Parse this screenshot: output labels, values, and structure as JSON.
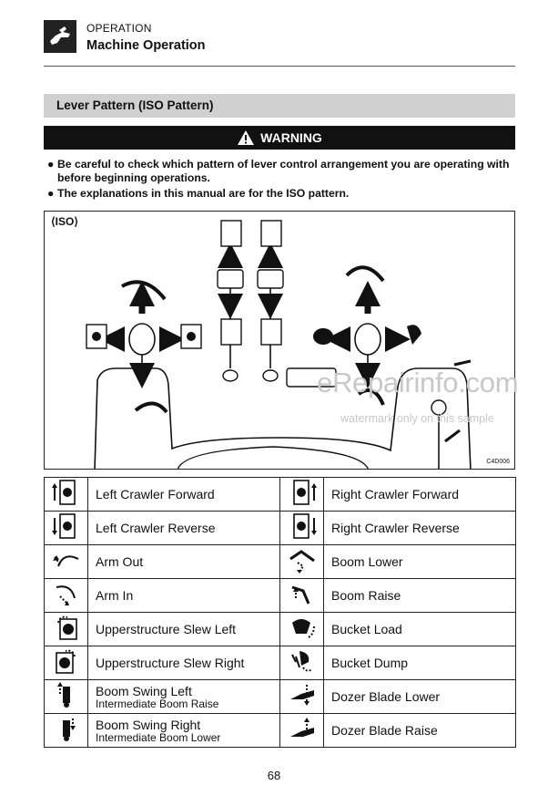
{
  "header": {
    "section": "OPERATION",
    "title": "Machine Operation"
  },
  "section_title": "Lever Pattern (ISO Pattern)",
  "warning": {
    "label": "WARNING",
    "bullets": [
      "Be careful to check which pattern of lever control arrangement you are operating with before beginning operations.",
      "The explanations in this manual are for the ISO pattern."
    ]
  },
  "figure": {
    "label": "⟨ISO⟩",
    "code": "C4D006"
  },
  "watermark": {
    "site": "eRepairinfo.com",
    "note": "watermark only on this sample"
  },
  "legend": {
    "rows": [
      {
        "left": {
          "icon": "left-crawler-forward-icon",
          "label": "Left Crawler Forward"
        },
        "right": {
          "icon": "right-crawler-forward-icon",
          "label": "Right Crawler Forward"
        }
      },
      {
        "left": {
          "icon": "left-crawler-reverse-icon",
          "label": "Left Crawler Reverse"
        },
        "right": {
          "icon": "right-crawler-reverse-icon",
          "label": "Right Crawler Reverse"
        }
      },
      {
        "left": {
          "icon": "arm-out-icon",
          "label": "Arm Out"
        },
        "right": {
          "icon": "boom-lower-icon",
          "label": "Boom Lower"
        }
      },
      {
        "left": {
          "icon": "arm-in-icon",
          "label": "Arm In"
        },
        "right": {
          "icon": "boom-raise-icon",
          "label": "Boom Raise"
        }
      },
      {
        "left": {
          "icon": "upperstructure-slew-left-icon",
          "label": "Upperstructure Slew Left"
        },
        "right": {
          "icon": "bucket-load-icon",
          "label": "Bucket Load"
        }
      },
      {
        "left": {
          "icon": "upperstructure-slew-right-icon",
          "label": "Upperstructure Slew Right"
        },
        "right": {
          "icon": "bucket-dump-icon",
          "label": "Bucket Dump"
        }
      },
      {
        "left": {
          "icon": "boom-swing-left-icon",
          "label": "Boom Swing Left",
          "sublabel": "Intermediate Boom Raise"
        },
        "right": {
          "icon": "dozer-blade-lower-icon",
          "label": "Dozer Blade Lower"
        }
      },
      {
        "left": {
          "icon": "boom-swing-right-icon",
          "label": "Boom Swing Right",
          "sublabel": "Intermediate Boom Lower"
        },
        "right": {
          "icon": "dozer-blade-raise-icon",
          "label": "Dozer Blade Raise"
        }
      }
    ]
  },
  "page_number": "68"
}
